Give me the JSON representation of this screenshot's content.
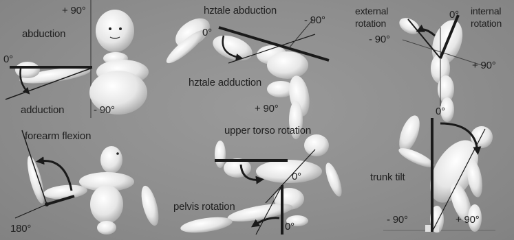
{
  "panels": {
    "shoulder_abduction": {
      "label_top": "abduction",
      "label_bottom": "adduction",
      "angle_top": "+ 90°",
      "angle_left": "0°",
      "angle_bottom": "- 90°"
    },
    "horizontal_abduction": {
      "label_top": "hztale abduction",
      "label_bottom": "hztale adduction",
      "angle_zero": "0°",
      "angle_right": "- 90°",
      "angle_bottom": "+ 90°"
    },
    "shoulder_rotation": {
      "label_left_line1": "external",
      "label_left_line2": "rotation",
      "label_right_line1": "internal",
      "label_right_line2": "rotation",
      "angle_zero": "0°",
      "angle_left": "- 90°",
      "angle_right": "+ 90°",
      "angle_bottom": "0°"
    },
    "forearm_flexion": {
      "label": "forearm flexion",
      "angle_bottom": "180°"
    },
    "torso_rotation": {
      "label_top": "upper torso rotation",
      "label_bottom": "pelvis rotation",
      "angle_upper": "0°",
      "angle_lower": "0°"
    },
    "trunk_tilt": {
      "label": "trunk tilt",
      "angle_left": "- 90°",
      "angle_right": "+ 90°"
    }
  }
}
